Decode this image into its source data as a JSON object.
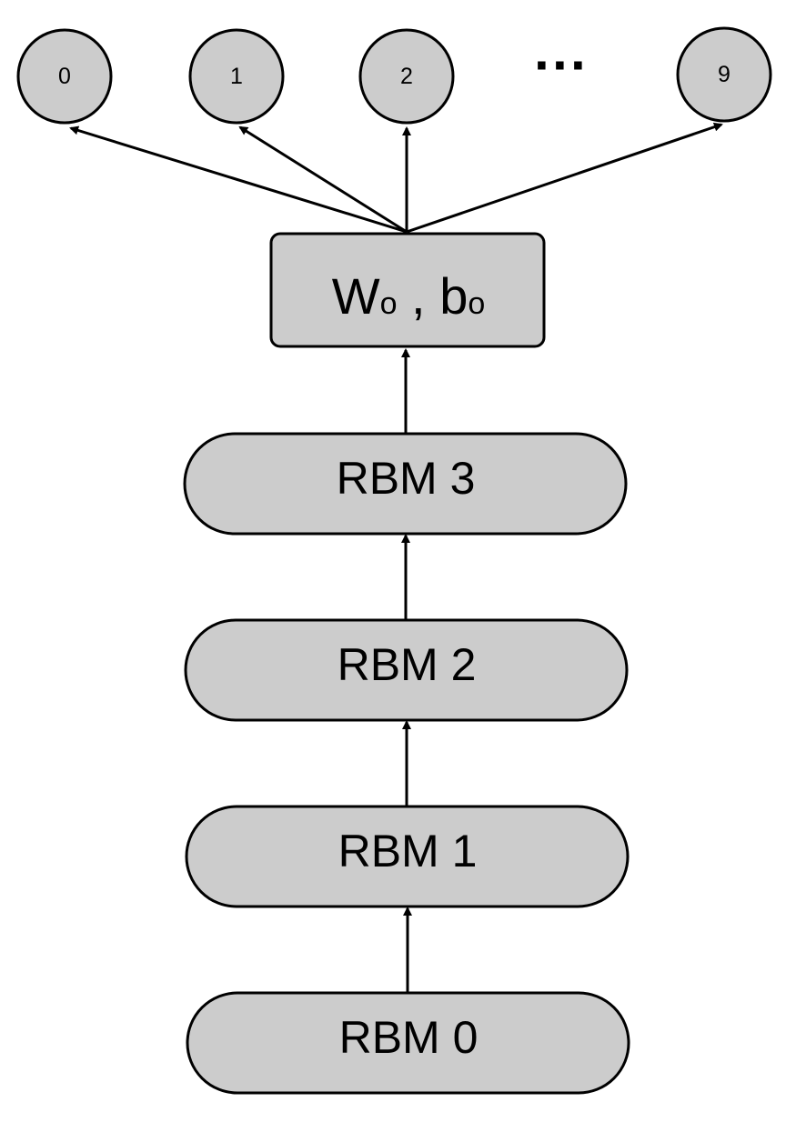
{
  "diagram": {
    "output_nodes": [
      "0",
      "1",
      "2",
      "9"
    ],
    "ellipsis": "···",
    "output_layer": {
      "w": "W",
      "w_sub": "o",
      "sep": " , ",
      "b": "b",
      "b_sub": "o"
    },
    "rbms": [
      "RBM 3",
      "RBM 2",
      "RBM 1",
      "RBM 0"
    ],
    "colors": {
      "fill": "#cccccc",
      "stroke": "#000000"
    }
  }
}
